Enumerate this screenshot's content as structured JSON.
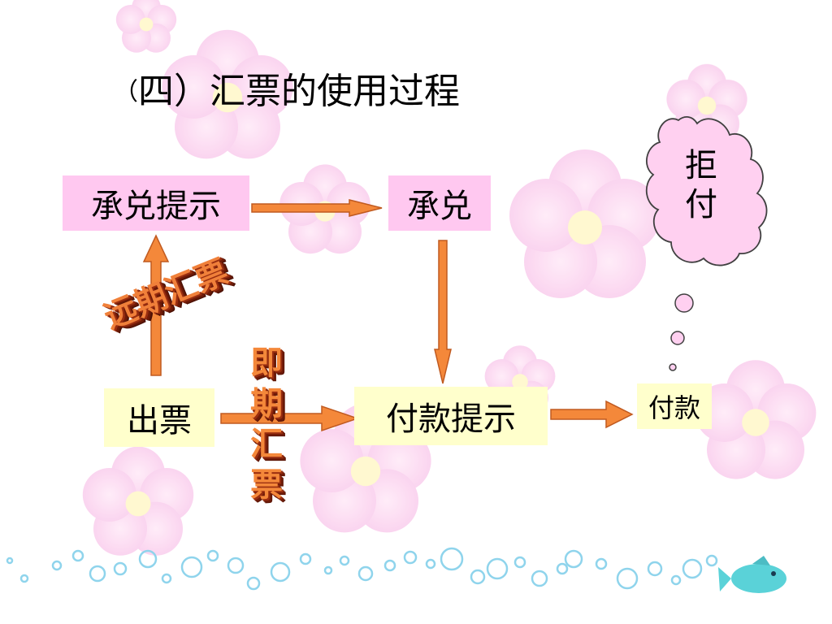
{
  "slide": {
    "title_paren_open": "（",
    "title_num": "四",
    "title_paren_close": "）",
    "title_text": "汇票的使用过程"
  },
  "nodes": {
    "acceptance_presentment": "承兑提示",
    "acceptance": "承兑",
    "issue": "出票",
    "payment_presentment": "付款提示",
    "payment": "付款",
    "refusal_line1": "拒",
    "refusal_line2": "付"
  },
  "labels": {
    "time_draft": "远期汇票",
    "sight_draft_1": "即",
    "sight_draft_2": "期",
    "sight_draft_3": "汇",
    "sight_draft_4": "票"
  },
  "colors": {
    "pink_box": "#ffc8f0",
    "yellow_box": "#ffffcc",
    "arrow_fill": "#f4883a",
    "arrow_stroke": "#c05a20",
    "cloud_fill": "#ffd0f0",
    "fish": "#5ad2d8"
  }
}
